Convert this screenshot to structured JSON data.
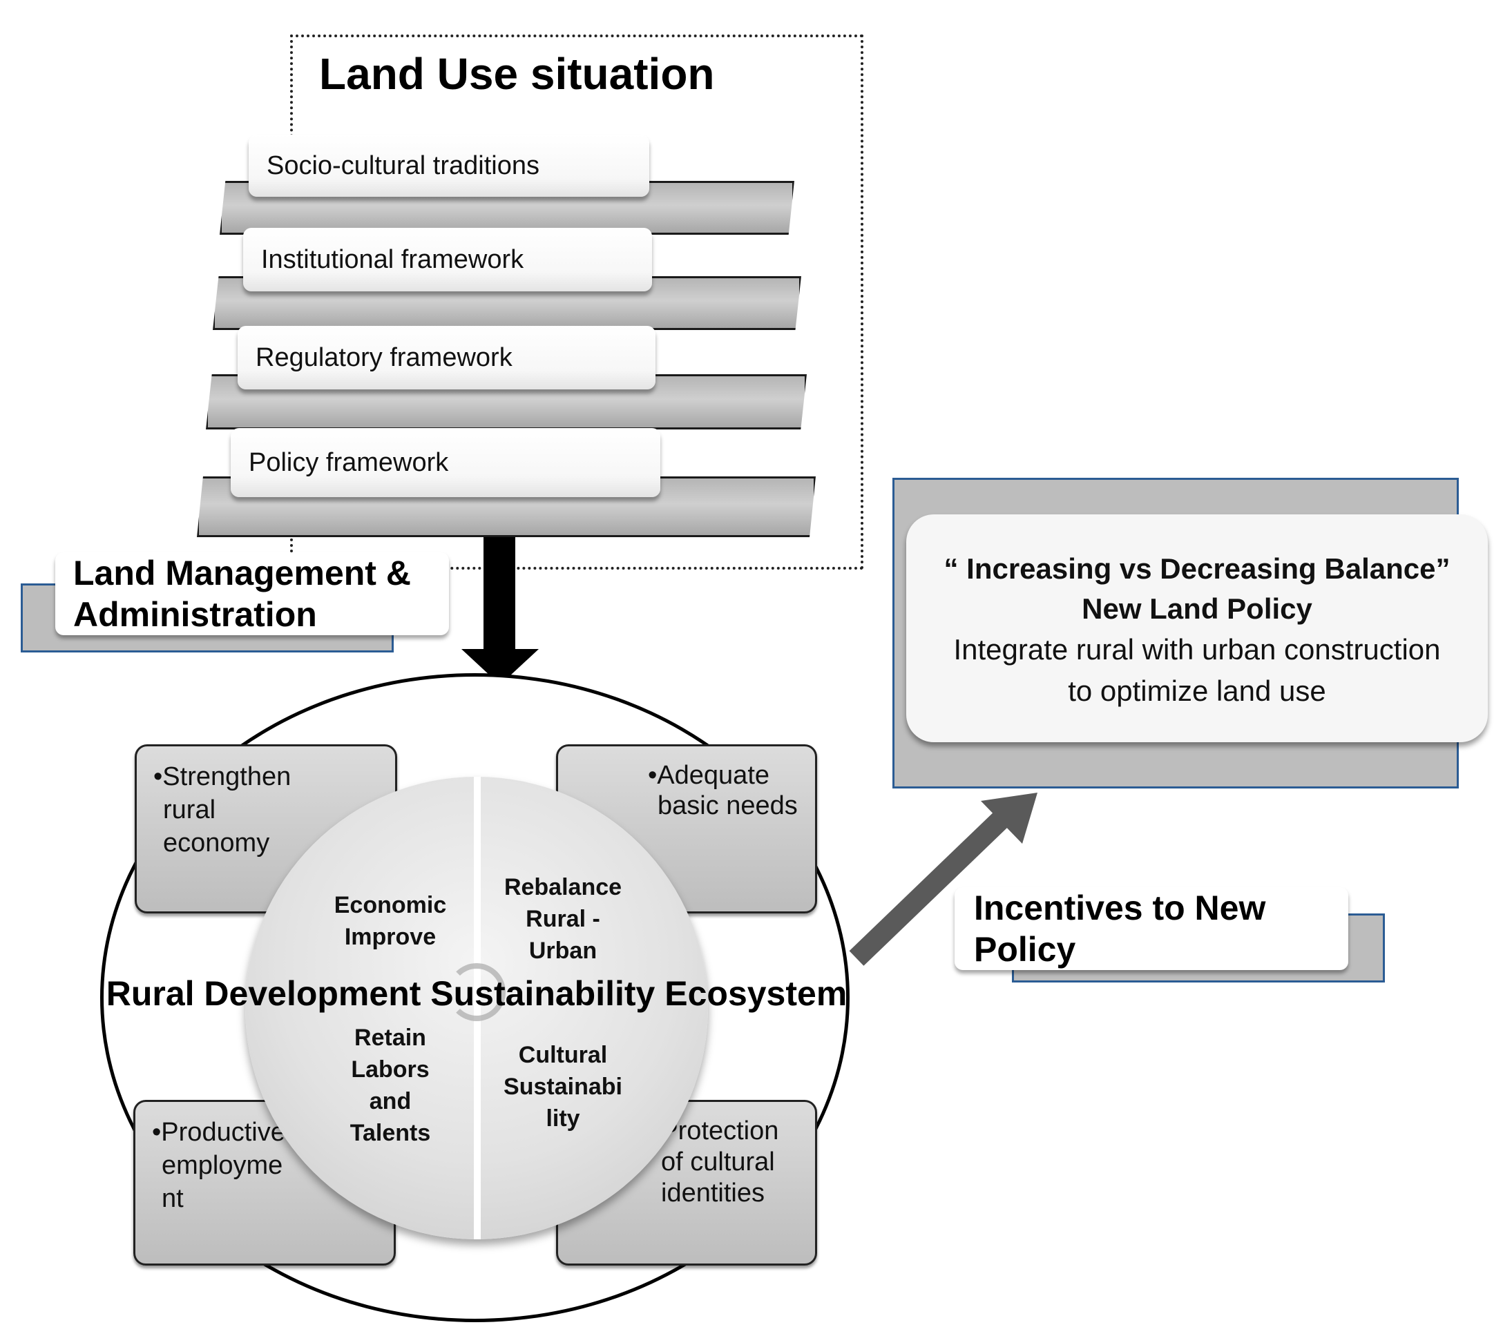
{
  "land_use": {
    "title": "Land Use situation",
    "layers": [
      "Socio-cultural  traditions",
      "Institutional framework",
      "Regulatory framework",
      "Policy framework"
    ]
  },
  "land_management": {
    "line1": "Land Management &",
    "line2": "Administration"
  },
  "ecosystem": {
    "title": "Rural Development Sustainability Ecosystem",
    "quadrants": {
      "top_left": [
        "Economic",
        "Improve"
      ],
      "top_right": [
        "Rebalance",
        "Rural -",
        "Urban"
      ],
      "bottom_left": [
        "Retain",
        "Labors",
        "and",
        "Talents"
      ],
      "bottom_right": [
        "Cultural",
        "Sustainabi",
        "lity"
      ]
    },
    "corners": {
      "top_left": [
        "•Strengthen",
        "rural",
        "economy"
      ],
      "top_right": [
        "•Adequate",
        "basic needs"
      ],
      "bottom_left": [
        "•Productive",
        "employme",
        "nt"
      ],
      "bottom_right": [
        "•Protection",
        "of cultural",
        "identities"
      ]
    }
  },
  "incentives": {
    "line1": "Incentives to New",
    "line2": "Policy"
  },
  "new_policy": {
    "line1": "“ Increasing vs Decreasing Balance”",
    "line2": "New Land Policy",
    "line3": "Integrate rural with urban construction",
    "line4": "to optimize land use"
  },
  "colors": {
    "frame_blue": "#2b5c94",
    "plate_gray": "#bdbdbd",
    "arrow_gray": "#5a5a5a"
  }
}
